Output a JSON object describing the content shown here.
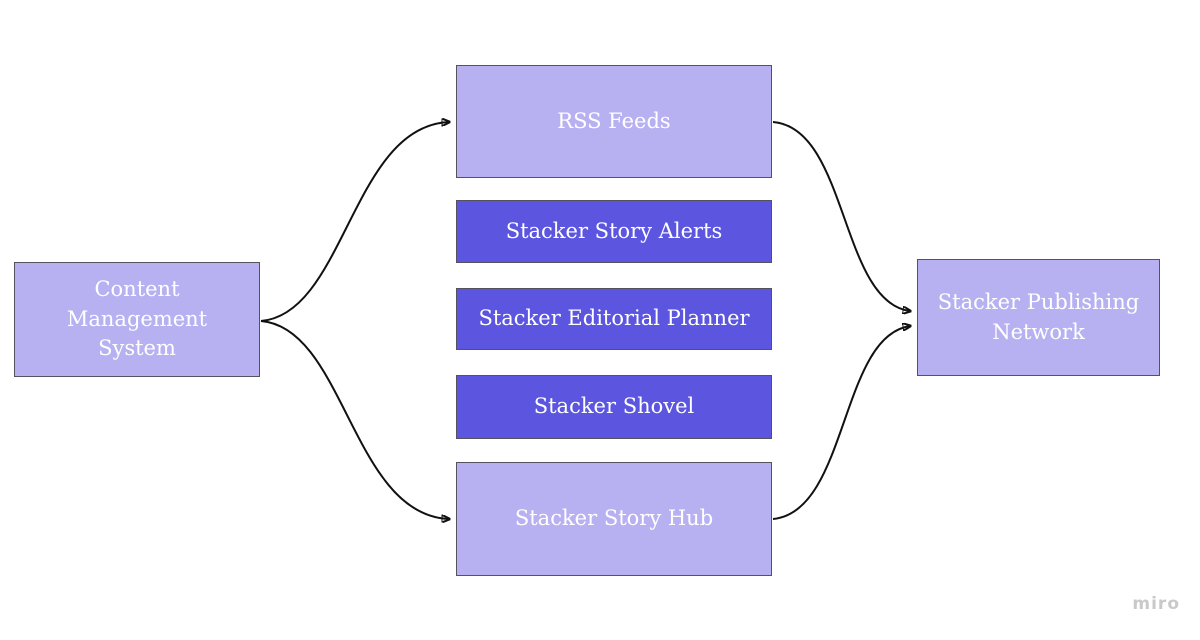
{
  "diagram": {
    "nodes": [
      {
        "id": "cms",
        "label": "Content Management System",
        "variant": "light"
      },
      {
        "id": "rss",
        "label": "RSS Feeds",
        "variant": "light"
      },
      {
        "id": "alerts",
        "label": "Stacker Story Alerts",
        "variant": "dark"
      },
      {
        "id": "planner",
        "label": "Stacker Editorial Planner",
        "variant": "dark"
      },
      {
        "id": "shovel",
        "label": "Stacker Shovel",
        "variant": "dark"
      },
      {
        "id": "hub",
        "label": "Stacker Story Hub",
        "variant": "light"
      },
      {
        "id": "spn",
        "label": "Stacker Publishing Network",
        "variant": "light"
      }
    ],
    "edges": [
      {
        "from": "cms",
        "to": "rss"
      },
      {
        "from": "cms",
        "to": "hub"
      },
      {
        "from": "rss",
        "to": "spn"
      },
      {
        "from": "hub",
        "to": "spn"
      }
    ],
    "colors": {
      "light_fill": "#b7b1f2",
      "dark_fill": "#5b55e0",
      "node_border": "#54525f",
      "node_text": "#ffffff",
      "arrow": "#111111",
      "watermark": "#c9c9c9",
      "background": "#ffffff"
    }
  },
  "watermark": "miro"
}
